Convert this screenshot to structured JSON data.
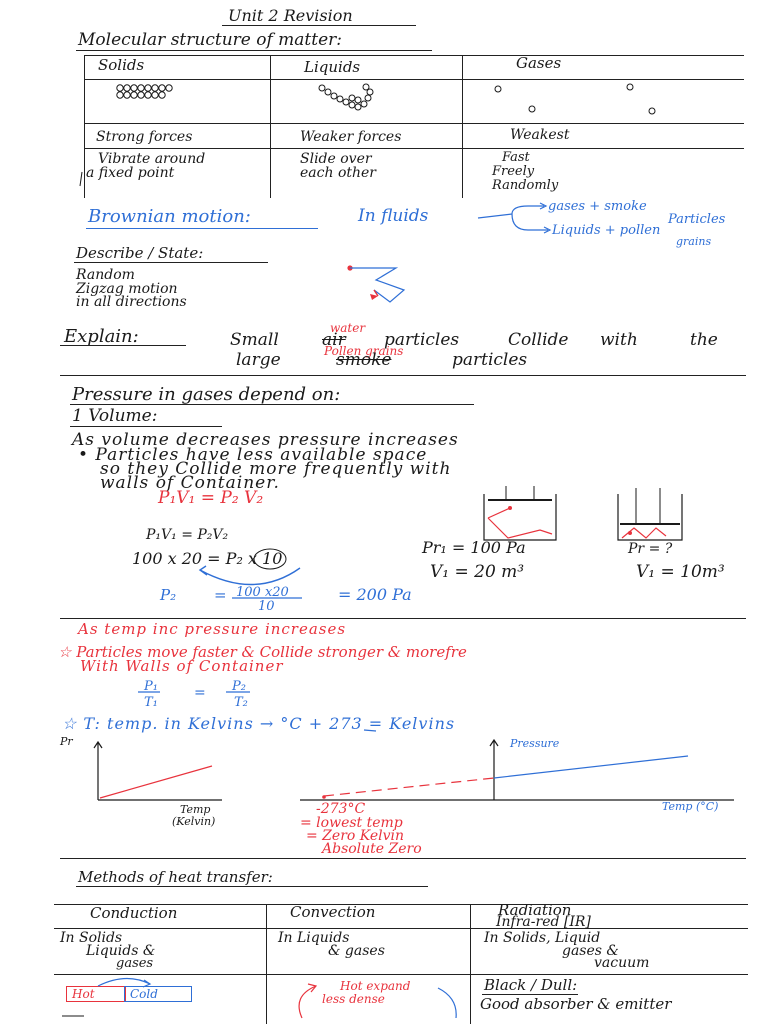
{
  "title": "Unit 2 Revision",
  "section1": {
    "heading": "Molecular structure of matter:",
    "table": {
      "headers": [
        "Solids",
        "Liquids",
        "Gases"
      ],
      "forces": [
        "Strong forces",
        "Weaker forces",
        "Weakest"
      ],
      "motion": [
        [
          "Vibrate around",
          "a fixed point"
        ],
        [
          "Slide over",
          "each other"
        ],
        [
          "Fast",
          "Freely",
          "Randomly"
        ]
      ]
    }
  },
  "brownian": {
    "label": "Brownian motion:",
    "in_fluids": "In fluids",
    "gases_smoke": "gases + smoke",
    "particles": "Particles",
    "liquids_pollen": "Liquids + pollen",
    "grains": "grains",
    "describe_heading": "Describe / State:",
    "describe_lines": [
      "Random",
      "Zigzag motion",
      "in all directions"
    ],
    "explain_label": "Explain:",
    "explain_line1": [
      "Small",
      "air",
      "particles",
      "Collide",
      "with",
      "the"
    ],
    "explain_water": "water",
    "explain_line2_start": "large",
    "explain_smoke": "smoke",
    "explain_pollen": "Pollen grains",
    "explain_line2_end": "particles"
  },
  "pressure": {
    "heading": "Pressure in gases depend on:",
    "volume_heading": "1 Volume:",
    "volume_lines": [
      "As volume decreases pressure increases",
      "• Particles have less available space",
      "so they Collide more frequently with",
      "walls of Container."
    ],
    "boyle_red": "P₁V₁ = P₂ V₂",
    "boyle_black": "P₁V₁ = P₂V₂",
    "calc": "100 x 20 = P₂ x 10",
    "p2_label": "P₂",
    "p2_eq": "=",
    "p2_num": "100 x20",
    "p2_den": "10",
    "p2_result": "= 200 Pa",
    "pr1": "Pr₁ = 100 Pa",
    "v1": "V₁ = 20 m³",
    "pr2": "Pr = ?",
    "v2": "V₁ = 10m³"
  },
  "temperature": {
    "line1": "As temp inc pressure increases",
    "line2": "☆ Particles move faster & Collide stronger & morefre",
    "line3": "With Walls of Container",
    "frac_left_num": "P₁",
    "frac_left_den": "T₁",
    "frac_eq": "=",
    "frac_right_num": "P₂",
    "frac_right_den": "T₂",
    "kelvin_line": "☆ T: temp. in Kelvins → °C + 273 = Kelvins",
    "graph1_y": "Pr",
    "graph1_x1": "Temp",
    "graph1_x2": "(Kelvin)",
    "graph2_y": "Pressure",
    "graph2_x": "Temp (°C)",
    "zero_lines": [
      "-273°C",
      "= lowest temp",
      "= Zero Kelvin",
      "Absolute Zero"
    ]
  },
  "heat": {
    "heading": "Methods of heat transfer:",
    "headers": [
      "Conduction",
      "Convection",
      "Radiation"
    ],
    "radiation_sub": "Infra-red [IR]",
    "row1": [
      [
        "In Solids",
        "Liquids &",
        "gases"
      ],
      [
        "In Liquids",
        "& gases"
      ],
      [
        "In Solids, Liquid",
        "gases &",
        "vacuum"
      ]
    ],
    "hot": "Hot",
    "cold": "Cold",
    "hot_expand": "Hot expand",
    "less_dense": "less dense",
    "black_dull": "Black / Dull:",
    "good_absorber": "Good absorber & emitter"
  },
  "colors": {
    "ink": "#1a1a1a",
    "blue": "#2f6fd6",
    "red": "#e8333d"
  }
}
